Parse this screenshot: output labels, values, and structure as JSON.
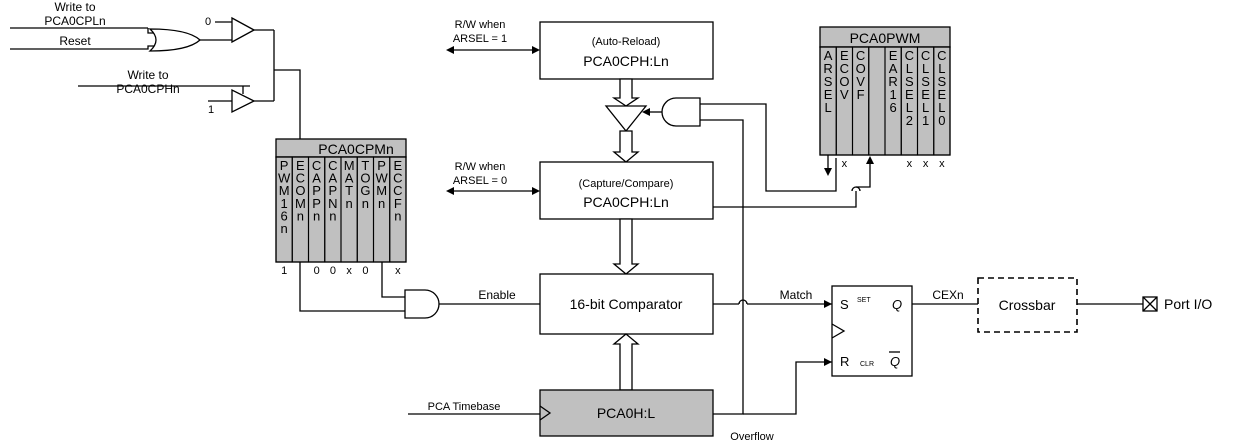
{
  "inputs": {
    "write_cpl_line1": "Write to",
    "write_cpl_line2": "PCA0CPLn",
    "reset": "Reset",
    "write_cph_line1": "Write to",
    "write_cph_line2": "PCA0CPHn",
    "const_zero": "0",
    "const_one": "1"
  },
  "rw_top": {
    "line1": "R/W when",
    "line2": "ARSEL = 1"
  },
  "rw_mid": {
    "line1": "R/W when",
    "line2": "ARSEL = 0"
  },
  "auto_reload": {
    "line1": "(Auto-Reload)",
    "line2": "PCA0CPH:Ln"
  },
  "capture": {
    "line1": "(Capture/Compare)",
    "line2": "PCA0CPH:Ln"
  },
  "comparator": "16-bit Comparator",
  "timer": "PCA0H:L",
  "timebase": "PCA Timebase",
  "overflow": "Overflow",
  "enable": "Enable",
  "match": "Match",
  "cex": "CEXn",
  "crossbar": "Crossbar",
  "port": "Port I/O",
  "flipflop": {
    "s": "S",
    "r": "R",
    "set": "SET",
    "clr": "CLR",
    "q": "Q",
    "qbar": "Q"
  },
  "pcapwm": {
    "title": "PCA0PWM",
    "bits": [
      "ARSEL",
      "ECOV",
      "COVF",
      "",
      "EAR16",
      "CLSEL2",
      "CLSEL1",
      "CLSEL0"
    ],
    "below": [
      "",
      "x",
      "",
      "",
      "",
      "x",
      "x",
      "x"
    ]
  },
  "pcacpm": {
    "title": "PCA0CPMn",
    "bits": [
      "PWM16n",
      "ECOMn",
      "CAPPn",
      "CAPNn",
      "MATn",
      "TOGn",
      "PWMn",
      "ECCFn"
    ],
    "below": [
      "1",
      "",
      "0",
      "0",
      "x",
      "0",
      "",
      "x"
    ]
  }
}
